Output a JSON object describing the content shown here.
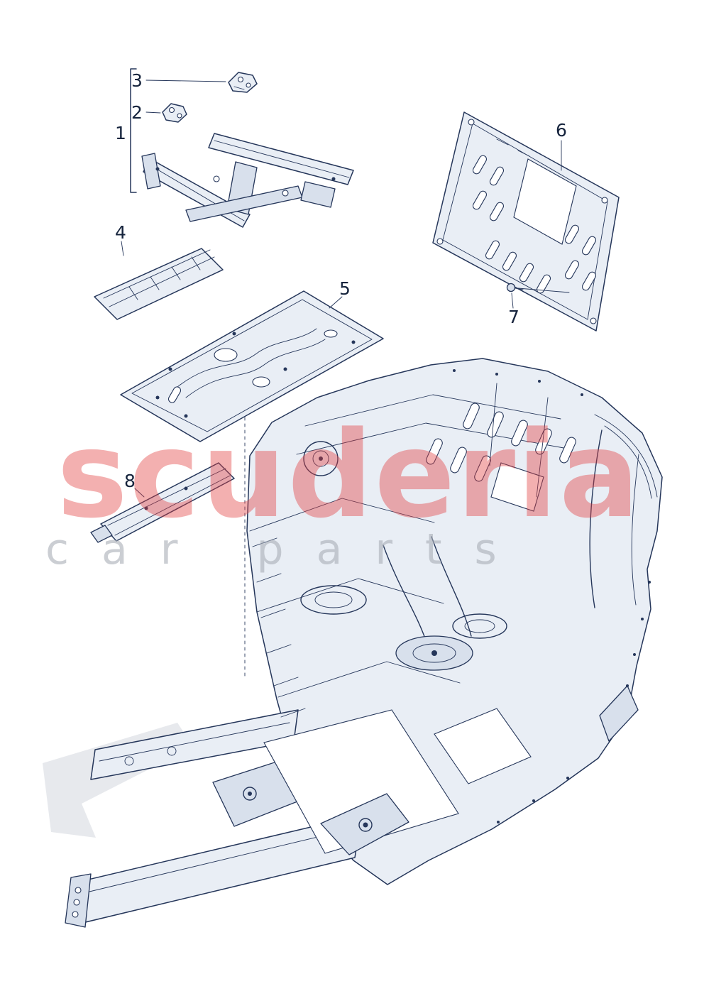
{
  "diagram": {
    "callouts": [
      {
        "label": "1"
      },
      {
        "label": "2"
      },
      {
        "label": "3"
      },
      {
        "label": "4"
      },
      {
        "label": "5"
      },
      {
        "label": "6"
      },
      {
        "label": "7"
      },
      {
        "label": "8"
      }
    ]
  },
  "watermark": {
    "line1": "scuderia",
    "line2": "car parts",
    "red": "#e23b3b",
    "gray": "#a9aeb6"
  },
  "colors": {
    "line": "#25365a",
    "panel_fill": "#e9eef5",
    "panel_shade": "#d8e0ec",
    "background": "#ffffff"
  }
}
